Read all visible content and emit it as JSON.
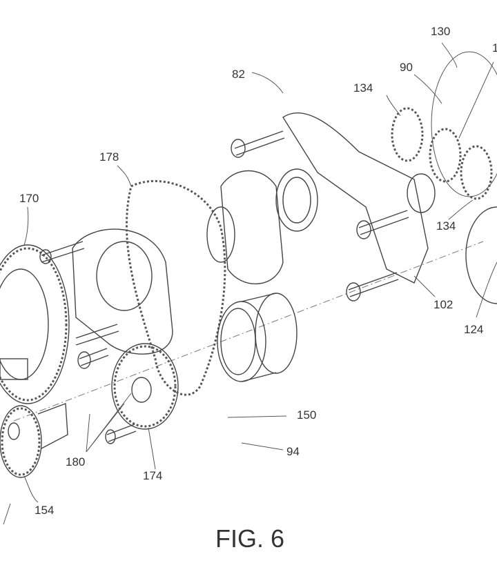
{
  "figure_title": "FIG. 6",
  "labels": {
    "l82": "82",
    "l130": "130",
    "l1": "1",
    "l90": "90",
    "l134a": "134",
    "l178": "178",
    "l170": "170",
    "l134b": "134",
    "l102": "102",
    "l124": "124",
    "l150": "150",
    "l94": "94",
    "l180": "180",
    "l174": "174",
    "l154": "154"
  }
}
